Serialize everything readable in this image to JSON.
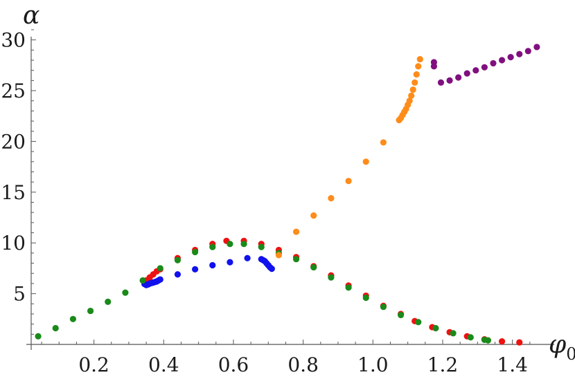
{
  "chart_data": {
    "type": "scatter",
    "title": "",
    "xlabel": "φ",
    "xlabel_subscript": "0",
    "ylabel": "α",
    "xlim": [
      0.02,
      1.5
    ],
    "ylim": [
      0,
      31
    ],
    "x_ticks": [
      {
        "value": 0.2,
        "label": "0.2"
      },
      {
        "value": 0.4,
        "label": "0.4"
      },
      {
        "value": 0.6,
        "label": "0.6"
      },
      {
        "value": 0.8,
        "label": "0.8"
      },
      {
        "value": 1.0,
        "label": "1.0"
      },
      {
        "value": 1.2,
        "label": "1.2"
      },
      {
        "value": 1.4,
        "label": "1.4"
      }
    ],
    "y_ticks": [
      {
        "value": 5,
        "label": "5"
      },
      {
        "value": 10,
        "label": "10"
      },
      {
        "value": 15,
        "label": "15"
      },
      {
        "value": 20,
        "label": "20"
      },
      {
        "value": 25,
        "label": "25"
      },
      {
        "value": 30,
        "label": "30"
      }
    ],
    "grid": false,
    "legend": "none",
    "series": [
      {
        "color": "#ee1111",
        "points": [
          [
            0.35,
            6.3
          ],
          [
            0.36,
            6.6
          ],
          [
            0.37,
            6.9
          ],
          [
            0.38,
            7.2
          ],
          [
            0.39,
            7.4
          ],
          [
            0.44,
            8.5
          ],
          [
            0.49,
            9.3
          ],
          [
            0.54,
            9.9
          ],
          [
            0.58,
            10.2
          ],
          [
            0.63,
            10.2
          ],
          [
            0.68,
            9.9
          ],
          [
            0.73,
            9.3
          ],
          [
            0.78,
            8.6
          ],
          [
            0.83,
            7.7
          ],
          [
            0.88,
            6.8
          ],
          [
            0.93,
            5.8
          ],
          [
            0.98,
            4.8
          ],
          [
            1.03,
            3.8
          ],
          [
            1.08,
            3.0
          ],
          [
            1.12,
            2.3
          ],
          [
            1.17,
            1.7
          ],
          [
            1.22,
            1.2
          ],
          [
            1.27,
            0.8
          ],
          [
            1.32,
            0.5
          ],
          [
            1.37,
            0.3
          ],
          [
            1.42,
            0.2
          ]
        ]
      },
      {
        "color": "#1111ee",
        "points": [
          [
            0.345,
            5.95
          ],
          [
            0.35,
            5.85
          ],
          [
            0.355,
            5.9
          ],
          [
            0.36,
            6.0
          ],
          [
            0.365,
            6.05
          ],
          [
            0.37,
            6.1
          ],
          [
            0.375,
            6.15
          ],
          [
            0.38,
            6.2
          ],
          [
            0.385,
            6.3
          ],
          [
            0.39,
            6.4
          ],
          [
            0.44,
            6.9
          ],
          [
            0.49,
            7.4
          ],
          [
            0.54,
            7.8
          ],
          [
            0.59,
            8.1
          ],
          [
            0.64,
            8.5
          ],
          [
            0.68,
            8.4
          ],
          [
            0.685,
            8.3
          ],
          [
            0.69,
            8.2
          ],
          [
            0.695,
            8.0
          ],
          [
            0.7,
            7.8
          ],
          [
            0.705,
            7.6
          ],
          [
            0.71,
            7.45
          ]
        ]
      },
      {
        "color": "#1a8a1a",
        "points": [
          [
            0.04,
            0.8
          ],
          [
            0.09,
            1.6
          ],
          [
            0.14,
            2.5
          ],
          [
            0.19,
            3.3
          ],
          [
            0.24,
            4.2
          ],
          [
            0.29,
            5.1
          ],
          [
            0.34,
            6.3
          ],
          [
            0.39,
            7.5
          ],
          [
            0.44,
            8.3
          ],
          [
            0.49,
            9.1
          ],
          [
            0.54,
            9.6
          ],
          [
            0.59,
            9.9
          ],
          [
            0.63,
            9.9
          ],
          [
            0.68,
            9.6
          ],
          [
            0.73,
            9.0
          ],
          [
            0.78,
            8.4
          ],
          [
            0.83,
            7.6
          ],
          [
            0.88,
            6.6
          ],
          [
            0.93,
            5.6
          ],
          [
            0.98,
            4.6
          ],
          [
            1.03,
            3.7
          ],
          [
            1.08,
            2.9
          ],
          [
            1.13,
            2.2
          ],
          [
            1.18,
            1.6
          ],
          [
            1.23,
            1.1
          ],
          [
            1.28,
            0.7
          ],
          [
            1.32,
            0.45
          ],
          [
            1.33,
            0.4
          ]
        ]
      },
      {
        "color": "#ff8c1a",
        "points": [
          [
            0.73,
            8.8
          ],
          [
            0.78,
            11.1
          ],
          [
            0.83,
            12.7
          ],
          [
            0.88,
            14.4
          ],
          [
            0.93,
            16.1
          ],
          [
            0.98,
            18.0
          ],
          [
            1.03,
            19.9
          ],
          [
            1.075,
            22.1
          ],
          [
            1.08,
            22.3
          ],
          [
            1.085,
            22.6
          ],
          [
            1.09,
            22.9
          ],
          [
            1.095,
            23.2
          ],
          [
            1.1,
            23.6
          ],
          [
            1.105,
            24.0
          ],
          [
            1.11,
            24.5
          ],
          [
            1.115,
            25.1
          ],
          [
            1.12,
            25.8
          ],
          [
            1.125,
            26.6
          ],
          [
            1.13,
            27.4
          ],
          [
            1.135,
            28.1
          ]
        ]
      },
      {
        "color": "#80107f",
        "points": [
          [
            1.175,
            27.8
          ],
          [
            1.175,
            27.4
          ],
          [
            1.195,
            25.8
          ],
          [
            1.22,
            26.0
          ],
          [
            1.245,
            26.3
          ],
          [
            1.27,
            26.7
          ],
          [
            1.295,
            27.0
          ],
          [
            1.32,
            27.3
          ],
          [
            1.345,
            27.7
          ],
          [
            1.37,
            28.0
          ],
          [
            1.395,
            28.3
          ],
          [
            1.42,
            28.6
          ],
          [
            1.445,
            28.9
          ],
          [
            1.47,
            29.3
          ]
        ]
      }
    ]
  }
}
